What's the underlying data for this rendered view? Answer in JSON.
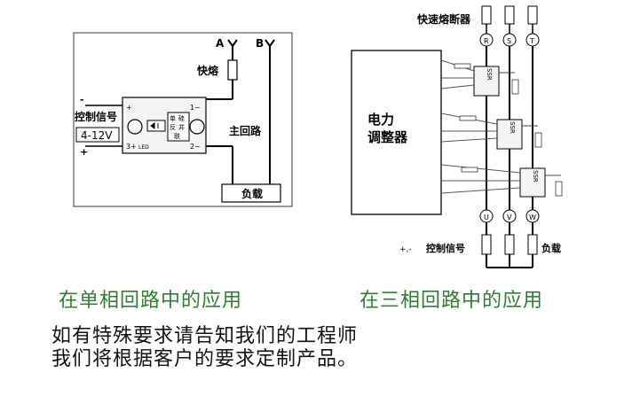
{
  "single_phase": {
    "phase_a": "A",
    "phase_b": "B",
    "fuse_label": "快熔",
    "control_signal_label": "控制信号",
    "voltage_range": "4-12V",
    "main_circuit_label": "主回路",
    "load_label": "负载",
    "module_text": [
      "单",
      "硅",
      "反",
      "并",
      "联"
    ],
    "terminal_plus": "+",
    "terminal_minus": "-",
    "terminal_1": "1~",
    "terminal_2": "2~",
    "terminal_3": "3+",
    "terminal_led": "LED"
  },
  "three_phase": {
    "fast_fuse_label": "快速熔断器",
    "inputs": [
      "R",
      "S",
      "T"
    ],
    "outputs": [
      "U",
      "V",
      "W"
    ],
    "controller_line1": "电力",
    "controller_line2": "调整器",
    "ssr_label": "SSR",
    "control_signal_label": "控制信号",
    "polarity_marks": "+,-",
    "load_label": "负载"
  },
  "captions": {
    "single": "在单相回路中的应用",
    "three": "在三相回路中的应用"
  },
  "note": {
    "line1": "如有特殊要求请告知我们的工程师",
    "line2": "我们将根据客户的要求定制产品。"
  }
}
